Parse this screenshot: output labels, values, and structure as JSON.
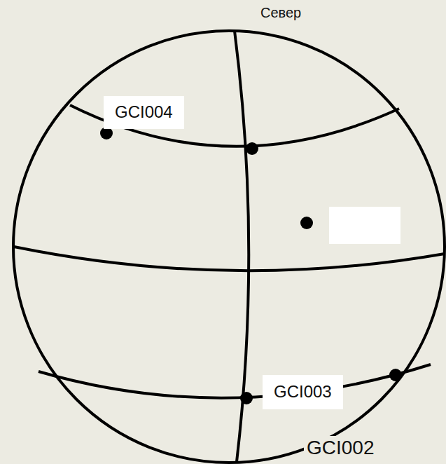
{
  "diagram": {
    "labels": [
      "Север",
      "GCI004",
      "GCI003",
      "GCI002"
    ]
  }
}
